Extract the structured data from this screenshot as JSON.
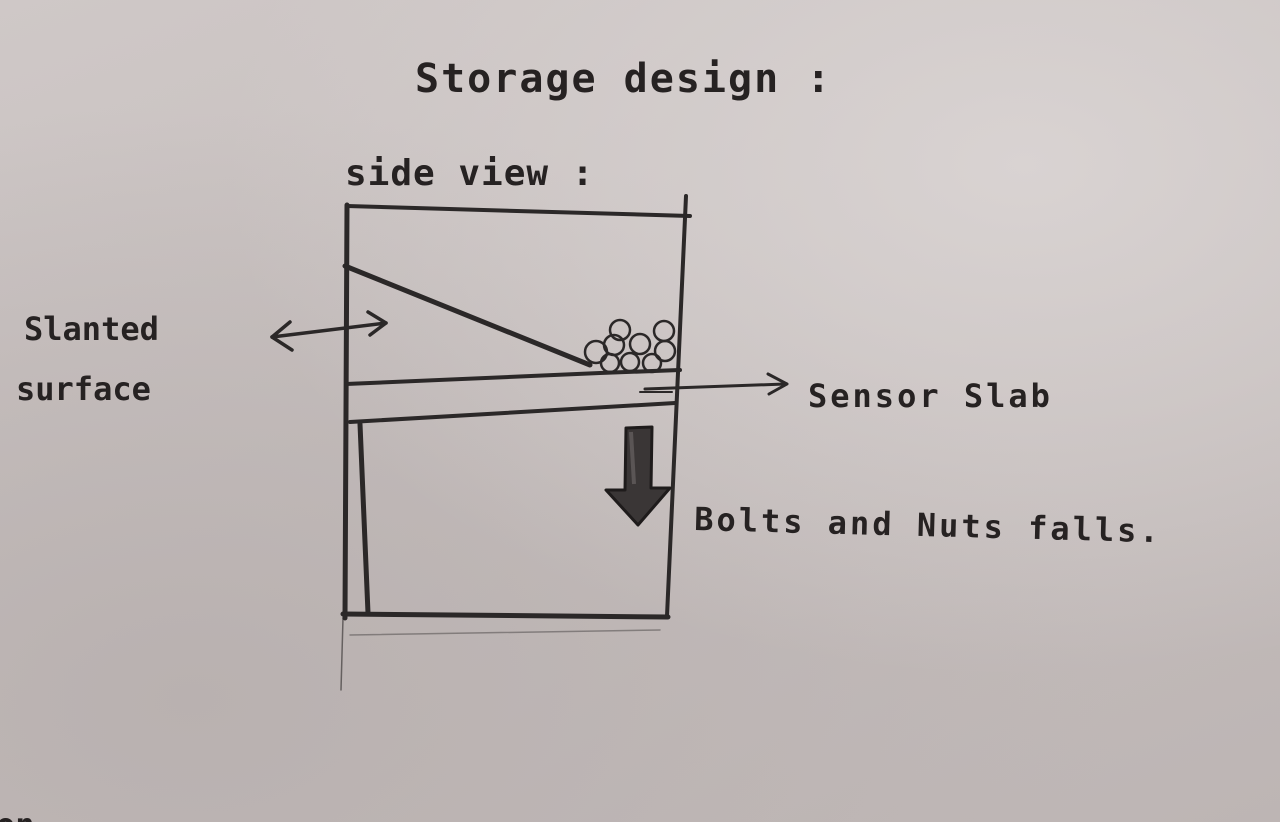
{
  "title": "Storage design :",
  "view_label": "side view :",
  "labels": {
    "slanted_line1": "Slanted",
    "slanted_line2": "surface",
    "sensor": "Sensor Slab",
    "falls": "Bolts and Nuts falls."
  },
  "corner_mark": "on",
  "colors": {
    "paper": "#c6bfbe",
    "pencil": "#2b2828"
  }
}
